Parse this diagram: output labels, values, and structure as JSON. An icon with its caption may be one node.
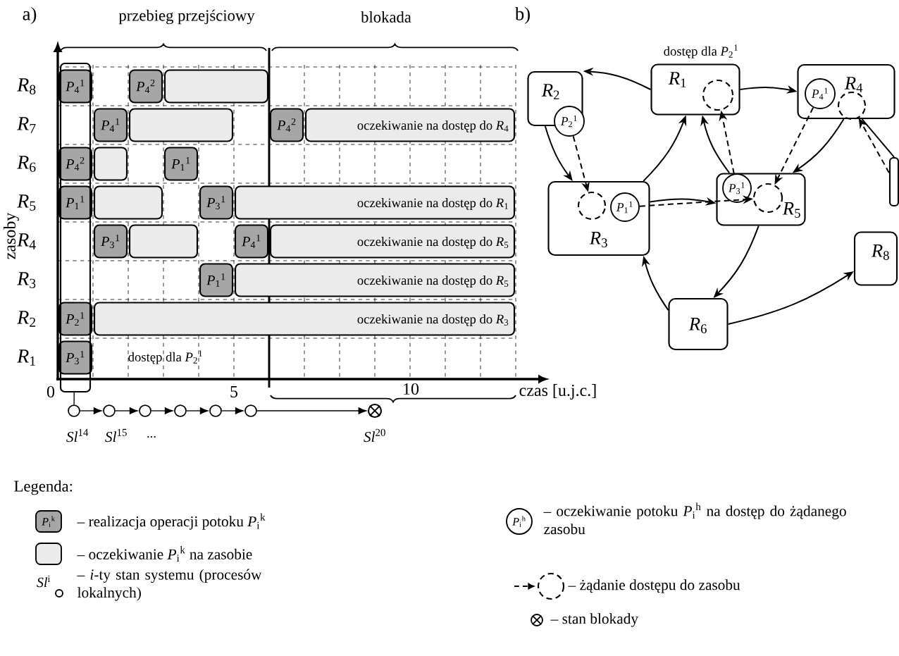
{
  "diagram": {
    "nodes": [
      {
        "text": [],
        "shape": "box"
      },
      {
        "text": [
          "*P*$_{4}$$^{1}$"
        ],
        "in": 0
      },
      {
        "text": [
          "*P*$_{4}$$^{2}$"
        ]
      },
      {
        "text": [],
        "shape": "bar"
      },
      {
        "text": [
          "*P*$_{4}$$^{1}$"
        ]
      },
      {
        "text": [],
        "shape": "bar"
      },
      {
        "text": [
          "*P*$_{4}$$^{2}$"
        ]
      },
      {
        "text": [
          "oczekiwanie na dostęp do *R*$_{4}$"
        ]
      },
      {
        "text": [
          "*P*$_{4}$$^{2}$"
        ],
        "in": 0
      },
      {
        "text": [],
        "shape": "bar"
      },
      {
        "text": [
          "*P*$_{1}$$^{1}$"
        ]
      },
      {
        "text": [
          "*P*$_{1}$$^{1}$"
        ],
        "in": 0
      },
      {
        "text": [],
        "shape": "bar"
      },
      {
        "text": [
          "*P*$_{3}$$^{1}$"
        ]
      },
      {
        "text": [
          "oczekiwanie na dostęp do *R*$_{1}$"
        ]
      },
      {
        "text": [
          "*P*$_{3}$$^{1}$"
        ]
      },
      {
        "text": [],
        "shape": "bar"
      },
      {
        "text": [
          "*P*$_{4}$$^{1}$"
        ]
      },
      {
        "text": [
          "oczekiwanie na dostęp do *R*$_{5}$"
        ]
      },
      {
        "text": [
          "*P*$_{1}$$^{1}$"
        ]
      },
      {
        "text": [
          "oczekiwanie na dostęp do *R*$_{5}$"
        ]
      },
      {
        "text": [
          "*P*$_{2}$$^{1}$"
        ],
        "in": 0
      },
      {
        "text": [
          "oczekiwanie na dostęp do *R*$_{3}$"
        ]
      },
      {
        "text": [
          "*P*$_{3}$$^{1}$"
        ],
        "in": 0
      },
      {
        "text": [],
        "shape": "circle",
        "beside": [
          "*Sl*$^{14}$"
        ]
      },
      {
        "text": [],
        "shape": "circle",
        "beside": [
          "*Sl*$^{15}$"
        ]
      },
      {
        "text": [],
        "shape": "circle"
      },
      {
        "text": [],
        "shape": "circle"
      },
      {
        "text": [],
        "shape": "circle"
      },
      {
        "text": [],
        "shape": "circle"
      },
      {
        "text": [],
        "shape": "circle",
        "beside": [
          "*Sl*$^{20}$"
        ]
      },
      {
        "text": [
          "*R*$_{2}$"
        ]
      },
      {
        "text": [
          "*P*$_{2}$$^{1}$"
        ]
      },
      {
        "text": [
          "*R*$_{1}$"
        ],
        "beside": [
          "dostęp dla *P*$_{2}$$^{1}$"
        ]
      },
      {
        "text": [],
        "shape": "circle",
        "in": 33
      },
      {
        "text": [
          "*R*$_{4}$"
        ]
      },
      {
        "text": [
          "*P*$_{4}$$^{1}$"
        ],
        "in": 35
      },
      {
        "text": [],
        "shape": "circle",
        "in": 35
      },
      {
        "text": [],
        "shape": "box"
      },
      {
        "text": [
          "*R*$_{3}$"
        ]
      },
      {
        "text": [],
        "shape": "circle",
        "in": 39
      },
      {
        "text": [
          "*P*$_{1}$$^{1}$"
        ],
        "in": 39
      },
      {
        "text": [
          "*R*$_{5}$"
        ]
      },
      {
        "text": [
          "*P*$_{3}$$^{1}$"
        ],
        "in": 42
      },
      {
        "text": [],
        "shape": "circle",
        "in": 42
      },
      {
        "text": [
          "*R*$_{8}$"
        ]
      },
      {
        "text": [
          "*R*$_{6}$"
        ]
      }
    ],
    "edges": [
      {
        "from": 33,
        "to": 31,
        "arrow": "to"
      },
      {
        "from": 33,
        "to": 35,
        "arrow": "to"
      },
      {
        "from": 31,
        "to": 39,
        "arrow": "to"
      },
      {
        "from": 39,
        "to": 33,
        "arrow": "to"
      },
      {
        "from": 42,
        "to": 33,
        "arrow": "to"
      },
      {
        "from": 39,
        "to": 42,
        "arrow": "to"
      },
      {
        "from": 35,
        "to": 42,
        "arrow": "to"
      },
      {
        "from": 42,
        "to": 46,
        "arrow": "to"
      },
      {
        "from": 46,
        "to": 39,
        "arrow": "to"
      },
      {
        "from": 46,
        "to": 45,
        "arrow": "to"
      },
      {
        "from": 35,
        "to": 38,
        "arrow": "none"
      },
      {
        "from": 32,
        "to": 40,
        "arrow": "to",
        "style": "dashed"
      },
      {
        "from": 41,
        "to": 44,
        "arrow": "to",
        "style": "dashed"
      },
      {
        "from": 43,
        "to": 34,
        "arrow": "to",
        "style": "dashed"
      },
      {
        "from": 36,
        "to": 44,
        "arrow": "to",
        "style": "dashed"
      },
      {
        "from": 38,
        "to": 37,
        "arrow": "to",
        "style": "dashed"
      },
      {
        "from": 0,
        "to": 24,
        "arrow": "none"
      },
      {
        "from": 24,
        "to": 25,
        "arrow": "to"
      },
      {
        "from": 25,
        "to": 26,
        "arrow": "to"
      },
      {
        "from": 26,
        "to": 27,
        "arrow": "to"
      },
      {
        "from": 27,
        "to": 28,
        "arrow": "to"
      },
      {
        "from": 28,
        "to": 29,
        "arrow": "to"
      },
      {
        "from": 29,
        "to": 30,
        "arrow": "to"
      }
    ],
    "labels": [
      "a)",
      "przebieg przejściowy",
      "blokada",
      "b)",
      "*R*$_{8}$",
      "*R*$_{7}$",
      "*R*$_{6}$",
      "*R*$_{5}$",
      "*R*$_{4}$",
      "*R*$_{3}$",
      "*R*$_{2}$",
      "*R*$_{1}$",
      "zasoby",
      "dostęp dla *P*$_{2}$$^{1}$",
      "0",
      "5",
      "10",
      "czas [u.j.c.]",
      "...",
      "Legenda:",
      "*P*$_{i}$$^{k}$",
      "*Sl*$^{i}$",
      "*P*$_{i}$$^{h}$"
    ],
    "legend": [
      {
        "text": "– realizacja operacji potoku *P*$_{i}$$^{k}$"
      },
      {
        "text": "– oczekiwanie *P*$_{i}$$^{k}$ na zasobie"
      },
      {
        "text": "– *i*-ty stan systemu (procesów lokalnych)"
      },
      {
        "text": "– oczekiwanie potoku *P*$_{i}$$^{h}$ na dostęp do żądanego zasobu"
      },
      {
        "text": "– żądanie dostępu do zasobu"
      },
      {
        "text": "– stan blokady"
      }
    ]
  }
}
